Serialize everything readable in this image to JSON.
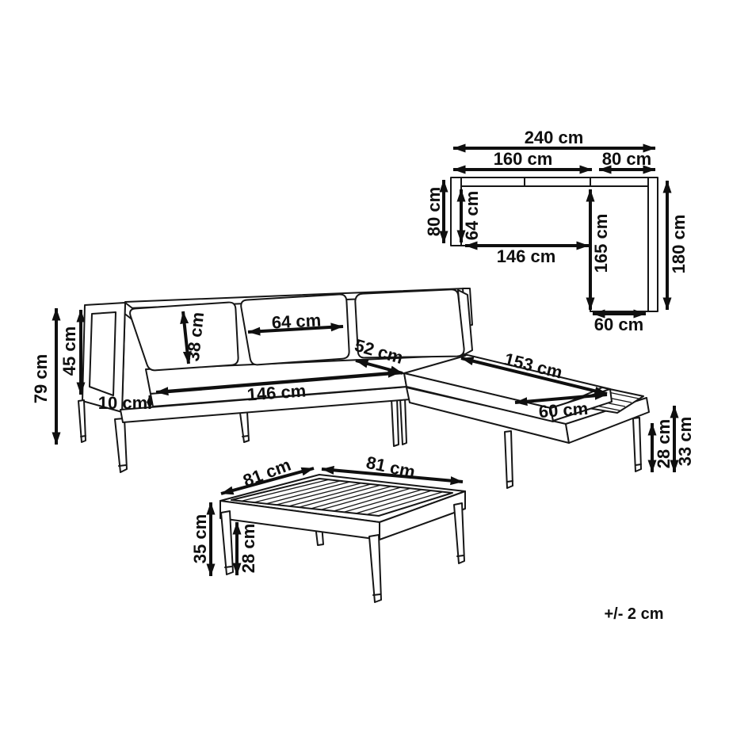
{
  "colors": {
    "line": "#161616",
    "background": "#ffffff"
  },
  "tolerance_note": "+/- 2 cm",
  "plan_view": {
    "total_width": "240 cm",
    "seat_section_width": "160 cm",
    "chaise_section_width": "80 cm",
    "total_depth": "80 cm",
    "inner_depth": "64 cm",
    "inner_width": "146 cm",
    "chaise_inner_length": "165 cm",
    "chaise_total_length": "180 cm",
    "chaise_inner_width": "60 cm"
  },
  "front_view": {
    "total_height": "79 cm",
    "armrest_height": "45 cm",
    "back_cushion_height": "38 cm",
    "back_cushion_width": "64 cm",
    "seat_depth": "52 cm",
    "seat_width": "146 cm",
    "seat_cushion_thickness": "10 cm",
    "chaise_length": "153 cm",
    "chaise_width": "60 cm",
    "underframe_clearance": "28 cm",
    "platform_height": "33 cm"
  },
  "table_view": {
    "top_side_a": "81 cm",
    "top_side_b": "81 cm",
    "height": "35 cm",
    "underframe_clearance": "28 cm"
  }
}
